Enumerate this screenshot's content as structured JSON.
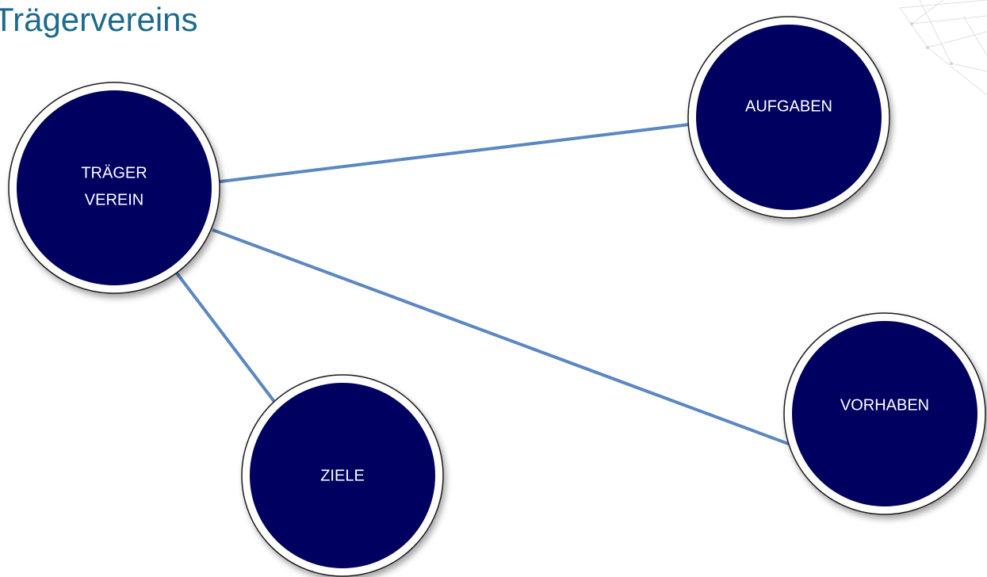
{
  "title": "Trägervereins",
  "colors": {
    "title": "#1c6b8c",
    "node_fill": "#000060",
    "node_ring": "#ffffff",
    "node_outline": "#1a1a1a",
    "connector": "#5b87c2",
    "decor": "#c8c8c8"
  },
  "nodes": [
    {
      "id": "traeger",
      "lines": [
        "TRÄGER",
        "VEREIN"
      ]
    },
    {
      "id": "aufgaben",
      "lines": [
        "AUFGABEN"
      ]
    },
    {
      "id": "ziele",
      "lines": [
        "ZIELE"
      ]
    },
    {
      "id": "vorhaben",
      "lines": [
        "VORHABEN"
      ]
    }
  ],
  "edges": [
    {
      "from": "traeger",
      "to": "aufgaben"
    },
    {
      "from": "traeger",
      "to": "vorhaben"
    },
    {
      "from": "traeger",
      "to": "ziele"
    }
  ]
}
